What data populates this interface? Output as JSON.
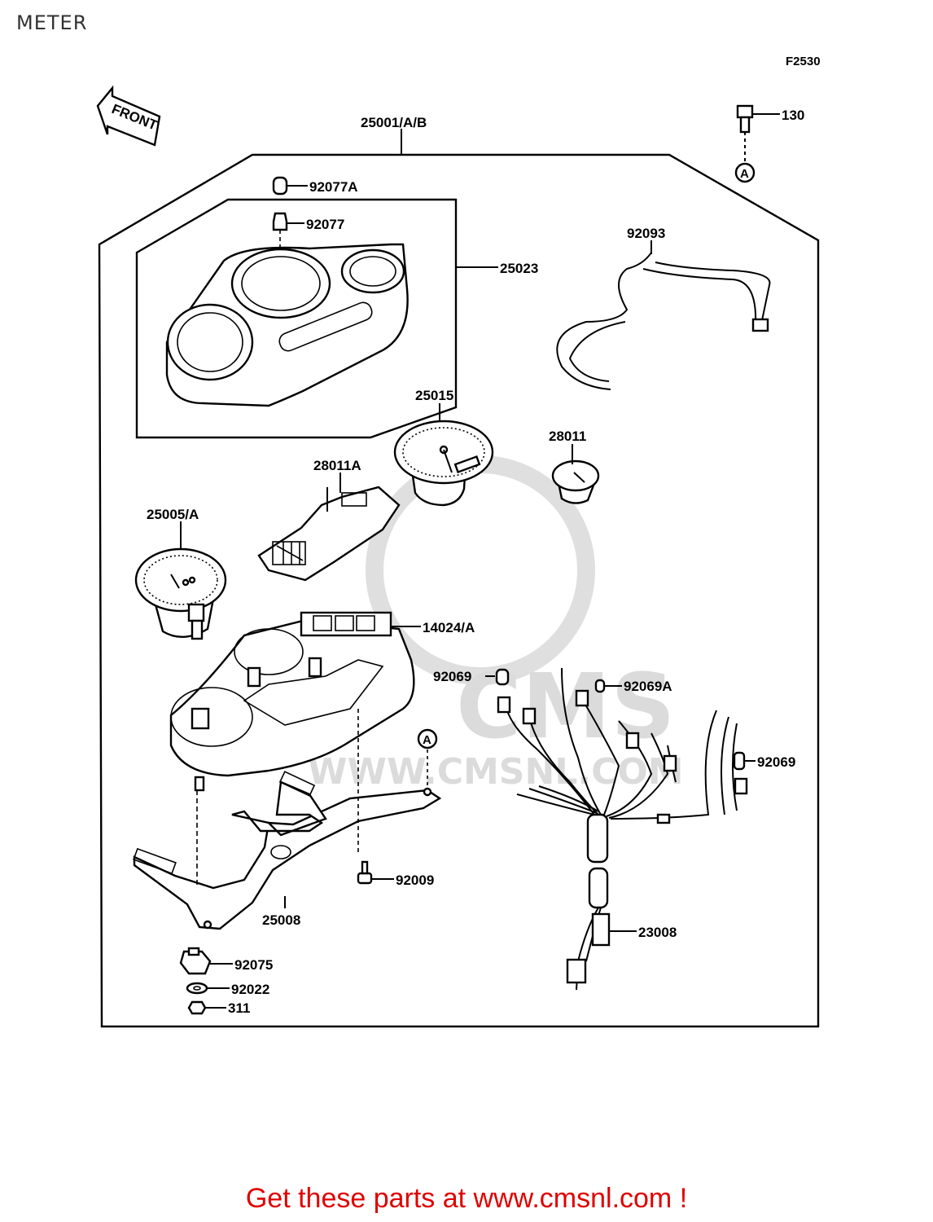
{
  "page": {
    "title": "METER",
    "figure_code": "F2530",
    "front_label": "FRONT",
    "footer_text": "Get these parts at www.cmsnl.com !",
    "watermark": {
      "brand": "CMS",
      "url": "WWW.CMSNL.COM"
    }
  },
  "ref_markers": {
    "top": "A",
    "bracket": "A"
  },
  "parts": [
    {
      "id": "p-25001",
      "number": "25001/A/B"
    },
    {
      "id": "p-130",
      "number": "130"
    },
    {
      "id": "p-92077A",
      "number": "92077A"
    },
    {
      "id": "p-92077",
      "number": "92077"
    },
    {
      "id": "p-25023",
      "number": "25023"
    },
    {
      "id": "p-92093",
      "number": "92093"
    },
    {
      "id": "p-25015",
      "number": "25015"
    },
    {
      "id": "p-28011",
      "number": "28011"
    },
    {
      "id": "p-28011A",
      "number": "28011A"
    },
    {
      "id": "p-25005",
      "number": "25005/A"
    },
    {
      "id": "p-14024",
      "number": "14024/A"
    },
    {
      "id": "p-92069-a",
      "number": "92069"
    },
    {
      "id": "p-92069A",
      "number": "92069A"
    },
    {
      "id": "p-92069-b",
      "number": "92069"
    },
    {
      "id": "p-92009",
      "number": "92009"
    },
    {
      "id": "p-25008",
      "number": "25008"
    },
    {
      "id": "p-23008",
      "number": "23008"
    },
    {
      "id": "p-92075",
      "number": "92075"
    },
    {
      "id": "p-92022",
      "number": "92022"
    },
    {
      "id": "p-311",
      "number": "311"
    }
  ]
}
